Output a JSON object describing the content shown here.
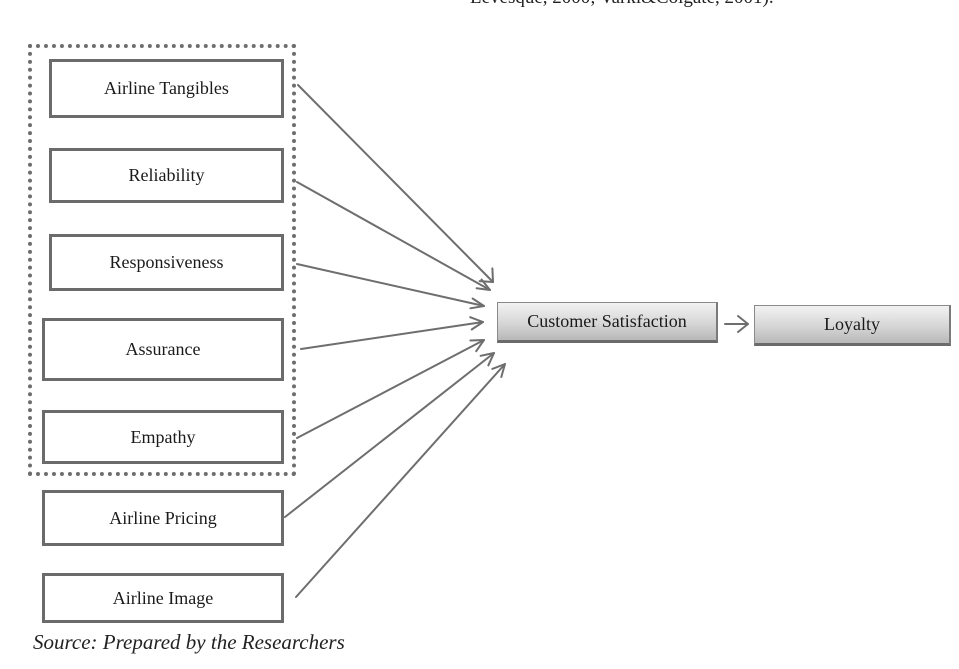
{
  "top_text": "Levesque, 2000; Varki&Colgate, 2001).",
  "grouped_constructs": [
    {
      "label": "Airline Tangibles"
    },
    {
      "label": "Reliability"
    },
    {
      "label": "Responsiveness"
    },
    {
      "label": "Assurance"
    },
    {
      "label": "Empathy"
    }
  ],
  "extra_constructs": [
    {
      "label": "Airline Pricing"
    },
    {
      "label": "Airline Image"
    }
  ],
  "mediator": {
    "label": "Customer Satisfaction"
  },
  "outcome": {
    "label": "Loyalty"
  },
  "caption": "Source: Prepared by the Researchers",
  "colors": {
    "border": "#6b6b6b",
    "arrow": "#6e6e6e",
    "gray_box_top": "#f2f2f2",
    "gray_box_bottom": "#b8b8b8"
  }
}
